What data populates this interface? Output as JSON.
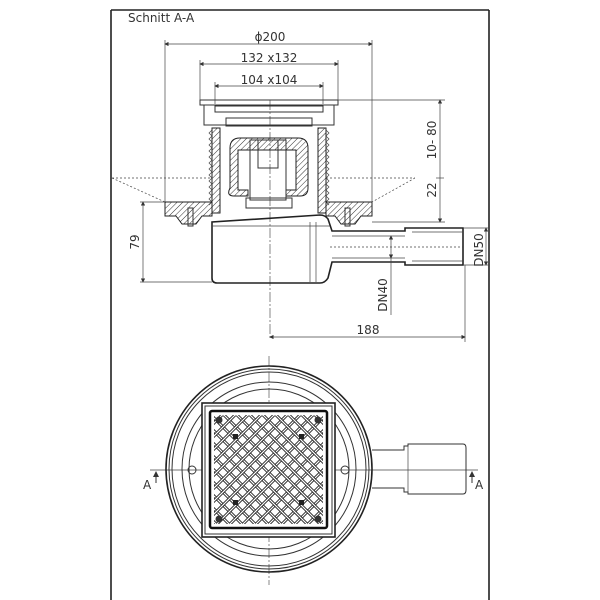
{
  "drawing": {
    "section_title": "Schnitt A-A",
    "dimensions": {
      "flange_diameter": "ϕ200",
      "frame_size": "132 x132",
      "grate_size": "104 x104",
      "height_adjust": "10- 80",
      "flange_height": "22",
      "body_depth": "79",
      "outlet_inner": "DN40",
      "outlet_outer": "DN50",
      "outlet_length": "188"
    },
    "section_marker_left": "A",
    "section_marker_right": "A"
  }
}
